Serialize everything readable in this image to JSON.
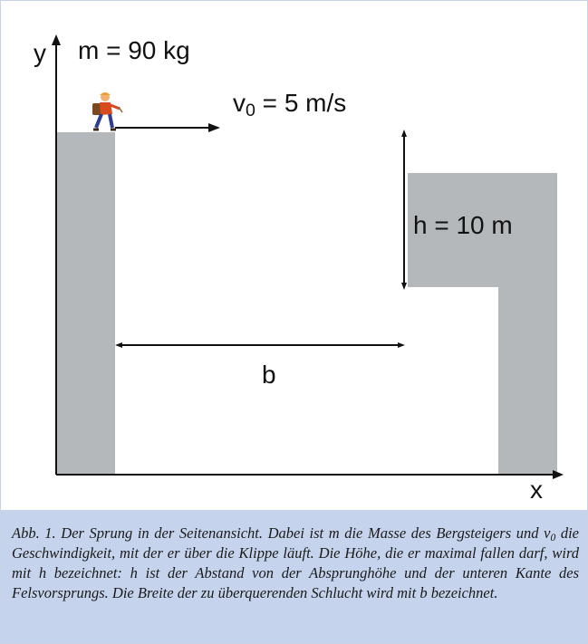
{
  "labels": {
    "y_axis": "y",
    "x_axis": "x",
    "mass": "m = 90 kg",
    "velocity_main": "v",
    "velocity_sub": "0",
    "velocity_rest": " = 5 m/s",
    "height": "h = 10 m",
    "width": "b"
  },
  "caption": {
    "part1": "Abb. 1. Der Sprung in der Seitenansicht. Dabei ist m die Masse des Berg­steigers und v",
    "sub": "0",
    "part2": " die Geschwindigkeit, mit der er über die Klippe läuft. Die Höhe, die er maximal fallen darf, wird mit h bezeichnet: h ist der Abstand von der Absprunghöhe und der unteren Kante des Felsvorsprungs. Die Breite der zu überquerenden Schlucht wird mit b bezeichnet."
  },
  "colors": {
    "rock": "#b5b8ba",
    "caption_bg": "#c5d3ec",
    "line": "#111111"
  }
}
